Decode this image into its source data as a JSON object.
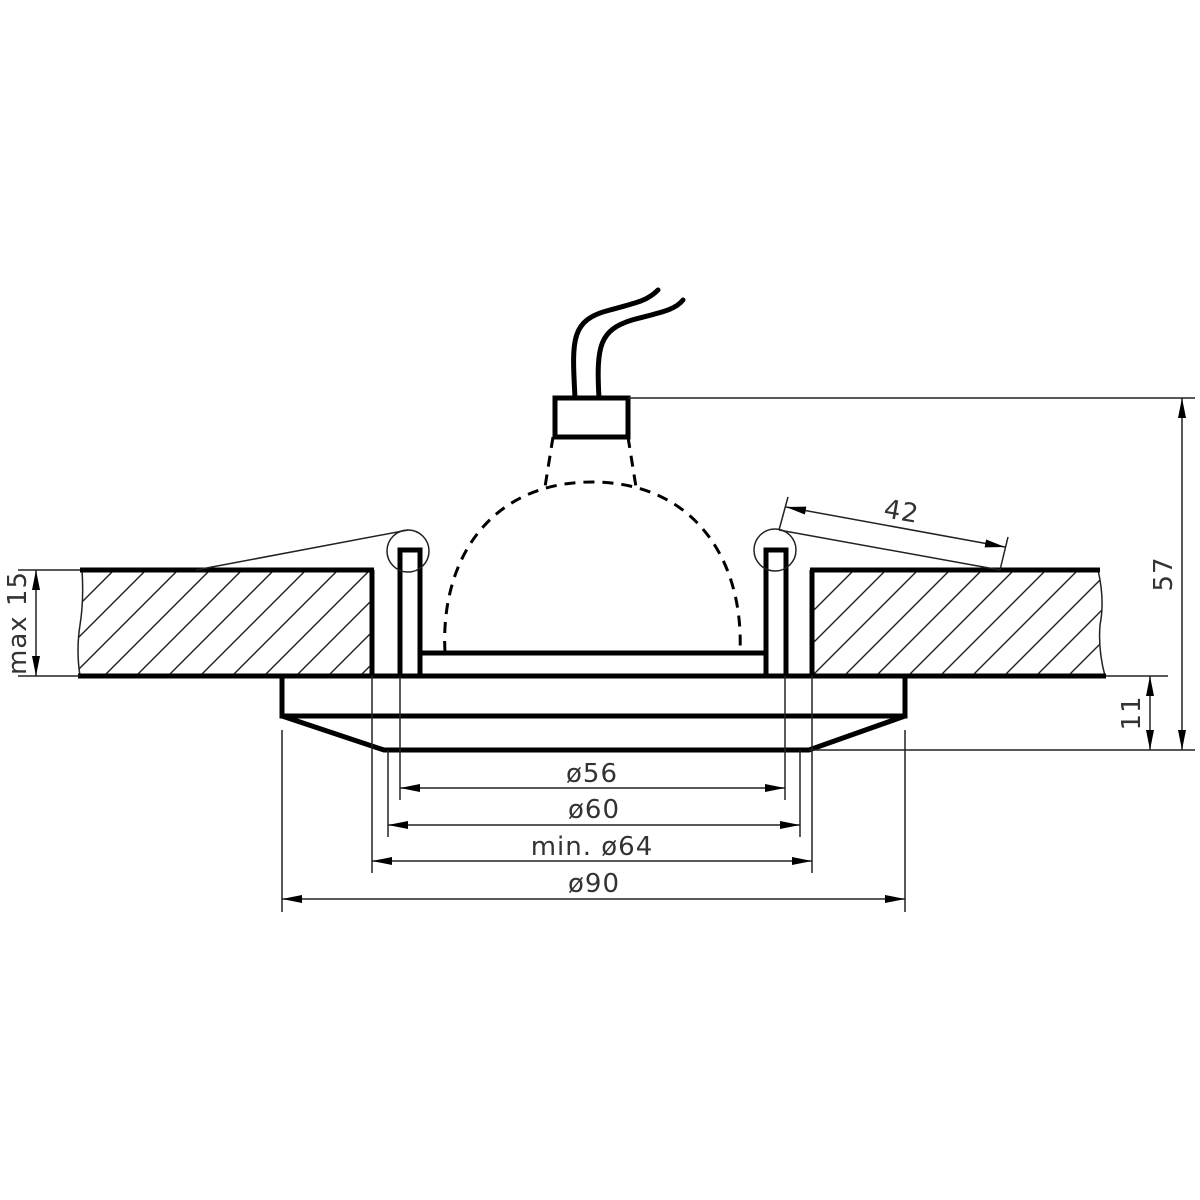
{
  "drawing": {
    "title": "Recessed downlight installation drawing",
    "colors": {
      "line": "#000000",
      "dimension": "#222222",
      "text": "#333333",
      "background": "#ffffff"
    }
  },
  "dimensions": {
    "cutout_min": "min. ø64",
    "inner_diameter": "ø56",
    "lamp_diameter": "ø60",
    "outer_diameter": "ø90",
    "total_height": "57",
    "trim_height": "11",
    "ceiling_thickness": "max 15",
    "spring_clip_length": "42"
  },
  "components": {
    "ceiling_left": "ceiling-panel-left",
    "ceiling_right": "ceiling-panel-right",
    "spring_clips": [
      "spring-clip-left",
      "spring-clip-right"
    ],
    "lamp": "halogen-lamp-dashed",
    "connector": "lamp-connector",
    "cable": "power-cable",
    "trim_ring": "trim-ring"
  }
}
